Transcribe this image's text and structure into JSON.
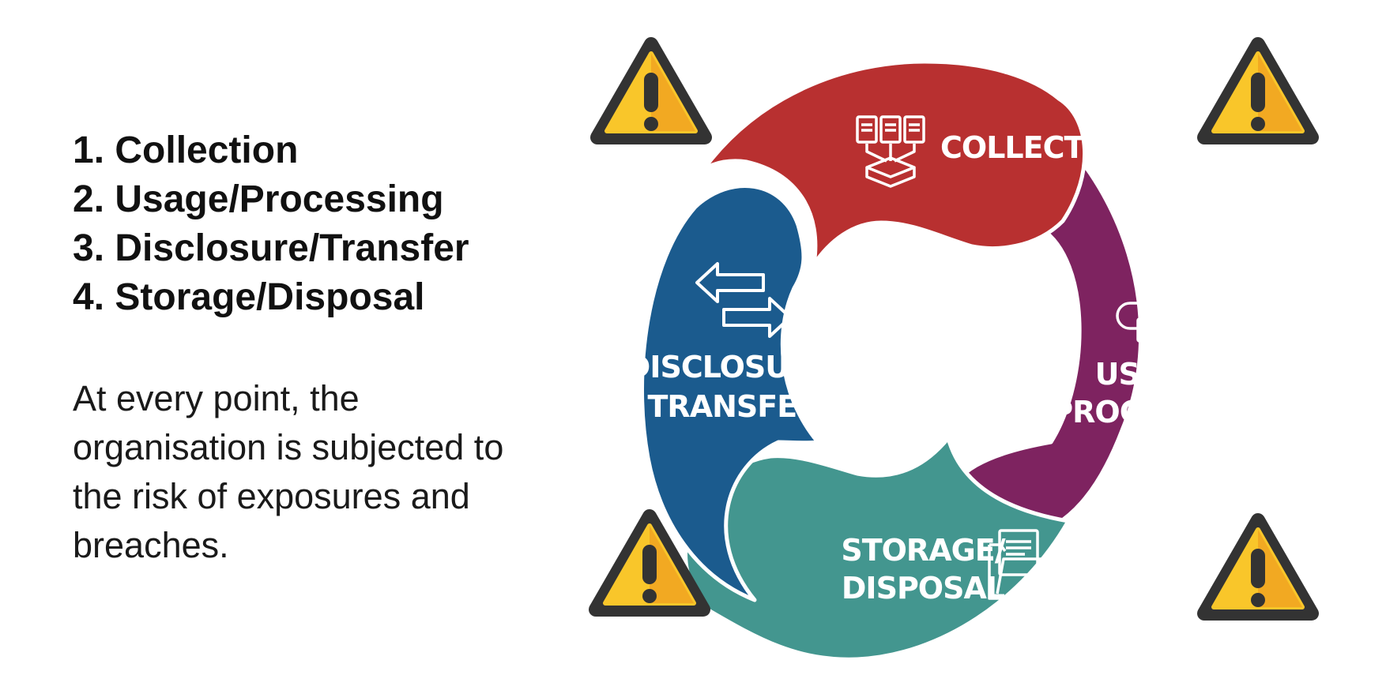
{
  "steps": [
    {
      "num": "1.",
      "label": "Collection"
    },
    {
      "num": "2.",
      "label": "Usage/Processing"
    },
    {
      "num": "3.",
      "label": "Disclosure/Transfer"
    },
    {
      "num": "4.",
      "label": "Storage/Disposal"
    }
  ],
  "note": "At every point, the organisation is subjected to the risk of exposures and breaches.",
  "cycle": {
    "collection": {
      "label": "COLLECTION",
      "color": "#b83030",
      "icon": "documents-inbox-icon"
    },
    "usage": {
      "line1": "USAGE/",
      "line2": "PROCESSING",
      "color": "#7e2360",
      "icon": "process-flow-icon"
    },
    "storage": {
      "line1": "STORAGE/",
      "line2": "DISPOSAL",
      "color": "#43968f",
      "icon": "folder-icon"
    },
    "disclosure": {
      "line1": "DISCLOSURE/",
      "line2": "TRANSFER",
      "color": "#1b5b8e",
      "icon": "exchange-arrows-icon"
    }
  },
  "warning_color": "#f9c62a",
  "warning_icon": "warning-triangle-icon"
}
